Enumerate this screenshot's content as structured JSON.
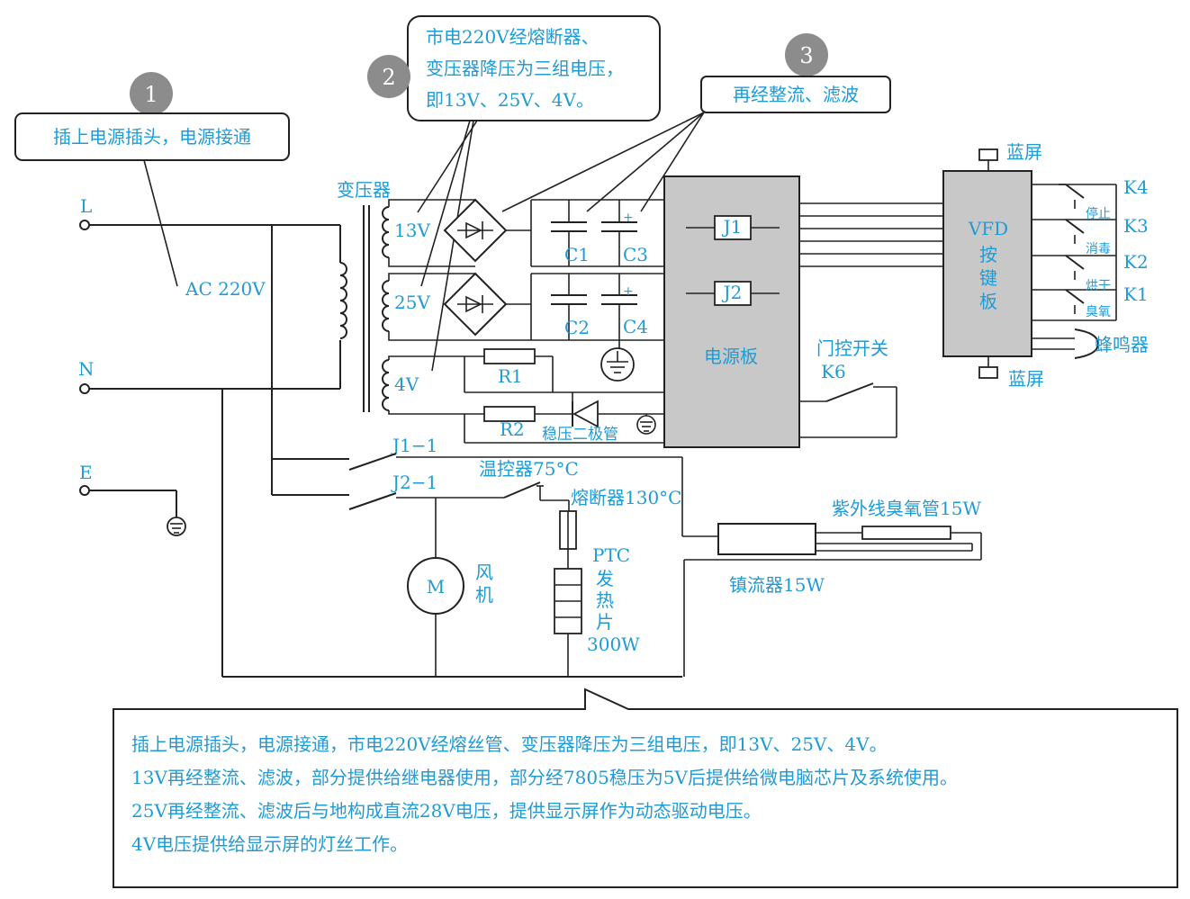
{
  "colors": {
    "text": "#1f9bd6",
    "line": "#222222",
    "board": "#c8c8c8",
    "step_circle": "#8c8c8c"
  },
  "callouts": {
    "step1": {
      "num": "1",
      "text": "插上电源插头，电源接通"
    },
    "step2": {
      "num": "2",
      "lines": [
        "市电220V经熔断器、",
        "变压器降压为三组电压，",
        "即13V、25V、4V。"
      ]
    },
    "step3": {
      "num": "3",
      "text": "再经整流、滤波"
    }
  },
  "terminals": {
    "L": "L",
    "N": "N",
    "E": "E",
    "ac": "AC 220V"
  },
  "transformer": {
    "title": "变压器",
    "v13": "13V",
    "v25": "25V",
    "v4": "4V"
  },
  "components": {
    "c1": "C1",
    "c2": "C2",
    "c3": "C3",
    "c4": "C4",
    "plus": "+",
    "r1": "R1",
    "r2": "R2",
    "zener": "稳压二极管",
    "j1": "J1",
    "j2": "J2",
    "power_board": "电源板",
    "door_switch": "门控开关",
    "k6": "K6",
    "vfd": [
      "VFD",
      "按",
      "键",
      "板"
    ],
    "blue_screen": "蓝屏",
    "k4": "K4",
    "k3": "K3",
    "k2": "K2",
    "k1": "K1",
    "btn_stop": "停止",
    "btn_disinfect": "消毒",
    "btn_dry": "烘干",
    "btn_ozone": "臭氧",
    "buzzer": "蜂鸣器",
    "j1_1": "J1−1",
    "j2_1": "J2−1",
    "thermostat": "温控器75°C",
    "fuse": "熔断器130°C",
    "fan_m": "M",
    "fan": [
      "风",
      "机"
    ],
    "ptc": [
      "PTC",
      "发",
      "热",
      "片",
      "300W"
    ],
    "uv_tube": "紫外线臭氧管15W",
    "ballast": "镇流器15W"
  },
  "description": [
    "插上电源插头，电源接通，市电220V经熔丝管、变压器降压为三组电压，即13V、25V、4V。",
    "13V再经整流、滤波，部分提供给继电器使用，部分经7805稳压为5V后提供给微电脑芯片及系统使用。",
    "25V再经整流、滤波后与地构成直流28V电压，提供显示屏作为动态驱动电压。",
    "4V电压提供给显示屏的灯丝工作。"
  ]
}
